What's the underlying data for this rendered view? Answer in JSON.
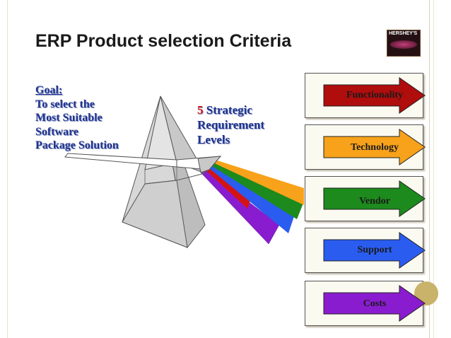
{
  "title": "ERP Product selection Criteria",
  "logo": {
    "brand": "HERSHEY'S"
  },
  "goal": {
    "heading": "Goal:",
    "lines": [
      "To select the",
      "Most Suitable",
      "Software",
      "Package Solution"
    ]
  },
  "strategic": {
    "number": "5",
    "lines": [
      "Strategic",
      "Requirement",
      "Levels"
    ]
  },
  "criteria": [
    {
      "label": "Functionality",
      "color": "#b00d0d"
    },
    {
      "label": "Technology",
      "color": "#f7a21a"
    },
    {
      "label": "Vendor",
      "color": "#1c8a1c"
    },
    {
      "label": "Support",
      "color": "#2a5cf0"
    },
    {
      "label": "Costs",
      "color": "#8a1cd0"
    }
  ],
  "beams": [
    "#f7a21a",
    "#1c8a1c",
    "#2a5cf0",
    "#b00d0d",
    "#8a1cd0"
  ]
}
